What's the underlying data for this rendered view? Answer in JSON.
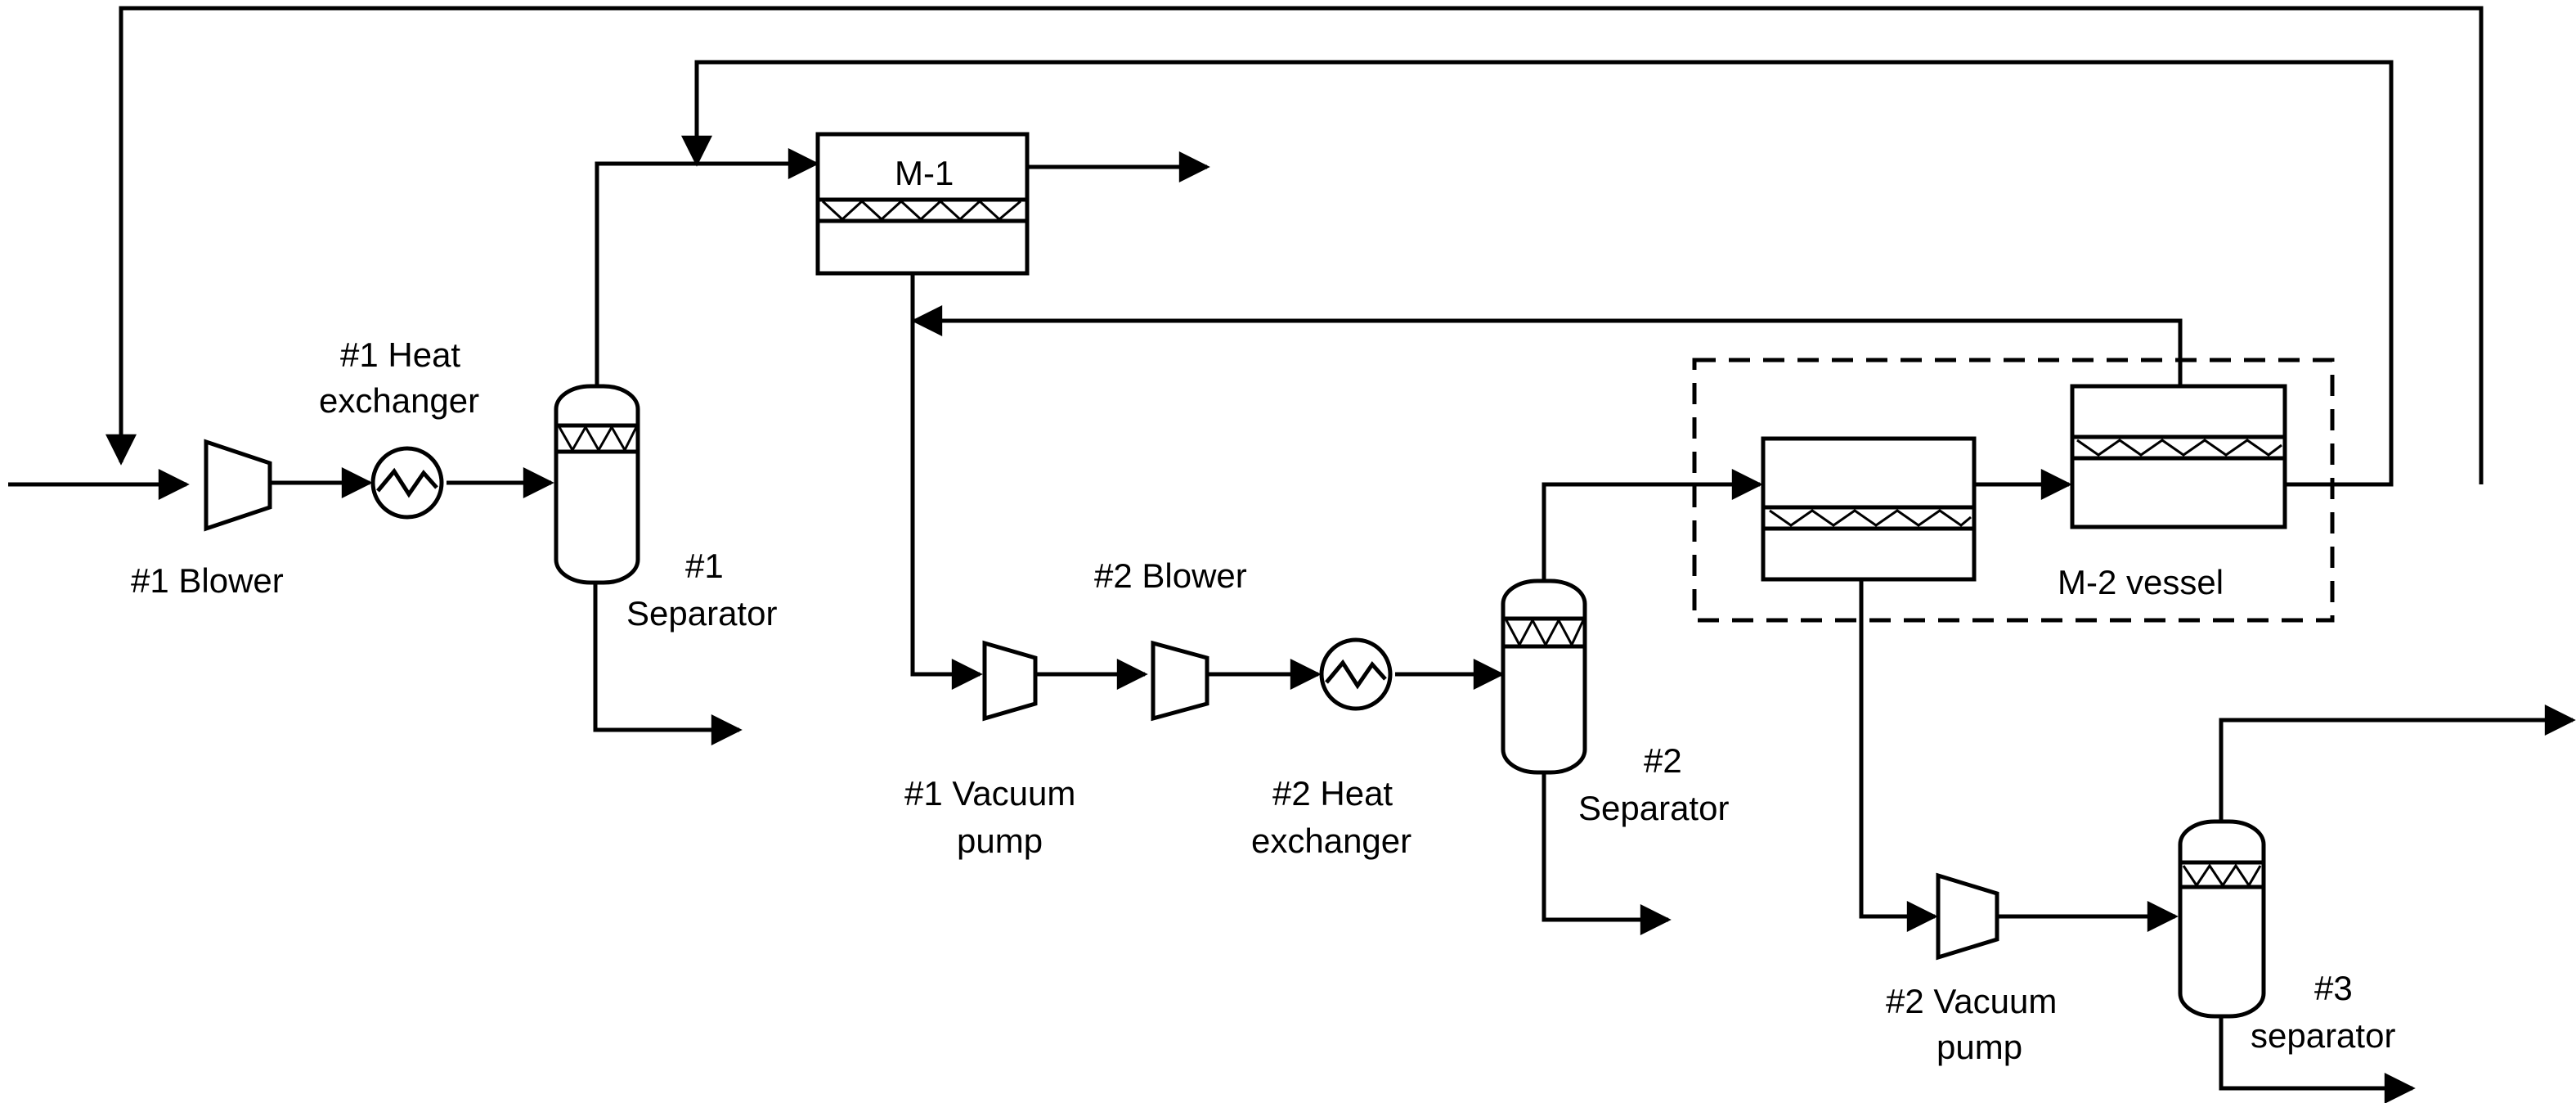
{
  "labels": {
    "blower1": "#1 Blower",
    "heat_exchanger1_line1": "#1 Heat",
    "heat_exchanger1_line2": "exchanger",
    "separator1_line1": "#1",
    "separator1_line2": "Separator",
    "membrane1": "M-1",
    "blower2": "#2 Blower",
    "vacuum_pump1_line1": "#1 Vacuum",
    "vacuum_pump1_line2": "pump",
    "heat_exchanger2_line1": "#2 Heat",
    "heat_exchanger2_line2": "exchanger",
    "separator2_line1": "#2",
    "separator2_line2": "Separator",
    "membrane2_vessel": "M-2 vessel",
    "vacuum_pump2_line1": "#2 Vacuum",
    "vacuum_pump2_line2": "pump",
    "separator3_line1": "#3",
    "separator3_line2": "separator"
  }
}
